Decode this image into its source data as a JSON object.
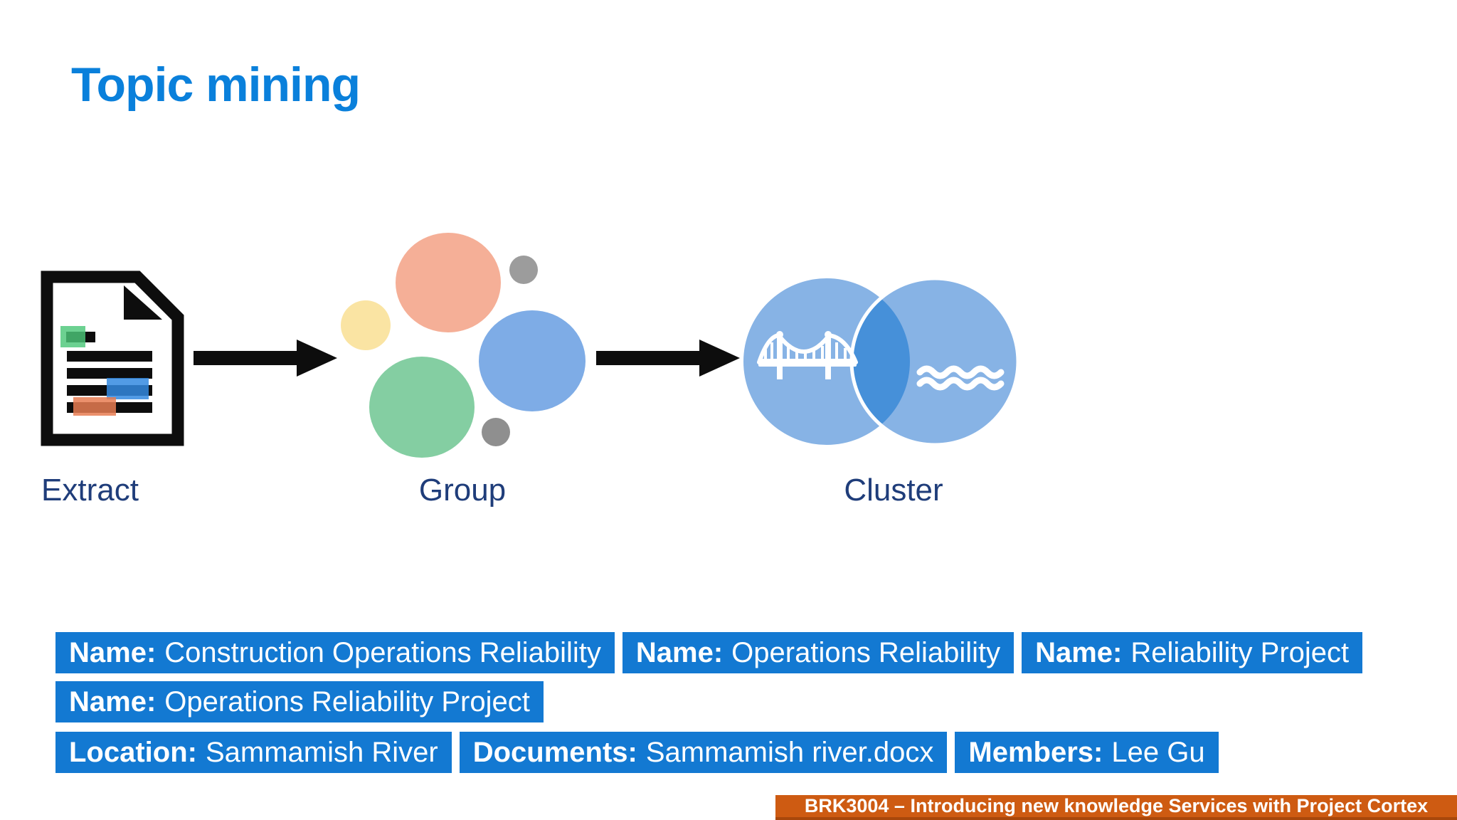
{
  "slide": {
    "title": "Topic mining",
    "steps": [
      {
        "label": "Extract",
        "icon": "document-icon"
      },
      {
        "label": "Group",
        "icon": "bubble-cluster-icon"
      },
      {
        "label": "Cluster",
        "icon": "venn-bridge-river-icon"
      }
    ],
    "tags": {
      "row1": [
        {
          "label": "Name:",
          "value": "Construction Operations Reliability"
        },
        {
          "label": "Name:",
          "value": "Operations Reliability"
        },
        {
          "label": "Name:",
          "value": "Reliability Project"
        }
      ],
      "row2": [
        {
          "label": "Name:",
          "value": "Operations Reliability Project"
        }
      ],
      "row3": [
        {
          "label": "Location:",
          "value": "Sammamish River"
        },
        {
          "label": "Documents:",
          "value": "Sammamish river.docx"
        },
        {
          "label": "Members:",
          "value": "Lee Gu"
        }
      ]
    },
    "footer": {
      "session": "BRK3004 – Introducing new knowledge Services with Project Cortex"
    },
    "colors": {
      "title_blue": "#0a80db",
      "tag_blue": "#1379d2",
      "step_label_navy": "#1f3d7a",
      "footer_orange": "#ce5b12",
      "venn_circle_blue": "#87b3e5",
      "venn_overlap_blue": "#4690d9",
      "bubble_salmon": "#f5af97",
      "bubble_yellow": "#fae4a3",
      "bubble_blue": "#7eace6",
      "bubble_green": "#84cea2",
      "bubble_gray": "#9c9c9c"
    }
  }
}
